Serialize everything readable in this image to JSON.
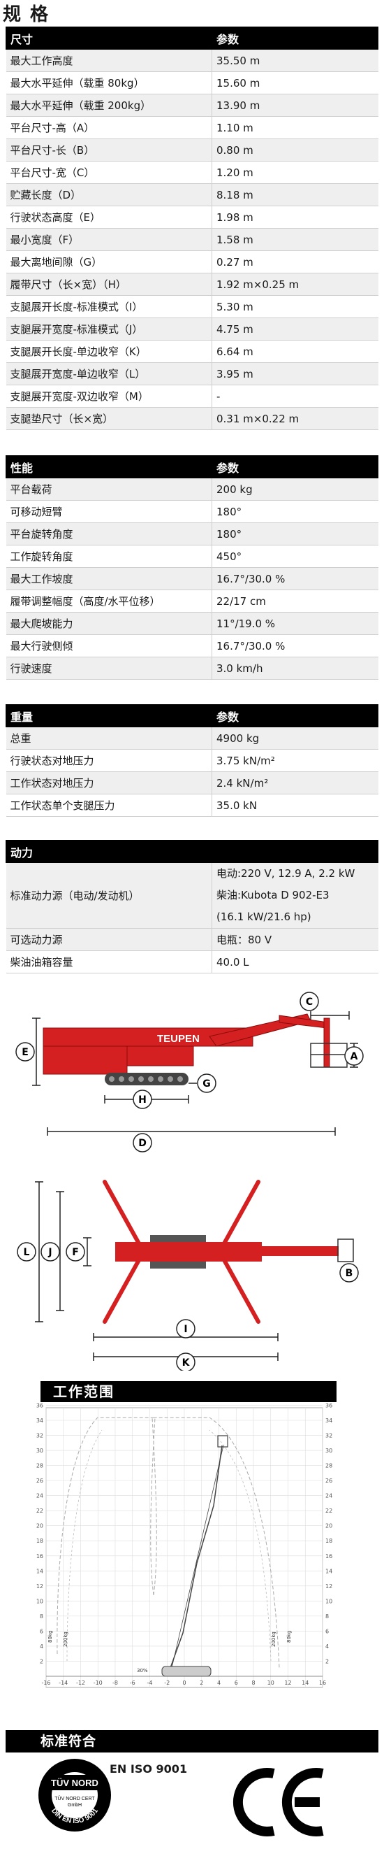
{
  "page_title": "规 格",
  "dimensions": {
    "header": [
      "尺寸",
      "参数"
    ],
    "rows": [
      [
        "最大工作高度",
        "35.50 m"
      ],
      [
        "最大水平延伸（载重 80kg）",
        "15.60 m"
      ],
      [
        "最大水平延伸（载重 200kg）",
        "13.90 m"
      ],
      [
        "平台尺寸-高（A）",
        "1.10 m"
      ],
      [
        "平台尺寸-长（B）",
        "0.80 m"
      ],
      [
        "平台尺寸-宽（C）",
        "1.20 m"
      ],
      [
        "贮藏长度（D）",
        "8.18 m"
      ],
      [
        "行驶状态高度（E）",
        "1.98 m"
      ],
      [
        "最小宽度（F）",
        "1.58 m"
      ],
      [
        "最大离地间隙（G）",
        "0.27 m"
      ],
      [
        "履带尺寸（长×宽）（H）",
        "1.92 m×0.25 m"
      ],
      [
        "支腿展开长度-标准模式（I）",
        "5.30 m"
      ],
      [
        "支腿展开宽度-标准模式（J）",
        "4.75 m"
      ],
      [
        "支腿展开长度-单边收窄（K）",
        "6.64 m"
      ],
      [
        "支腿展开宽度-单边收窄（L）",
        "3.95 m"
      ],
      [
        "支腿展开宽度-双边收窄（M）",
        "-"
      ],
      [
        "支腿垫尺寸（长×宽）",
        "0.31 m×0.22 m"
      ]
    ]
  },
  "performance": {
    "header": [
      "性能",
      "参数"
    ],
    "rows": [
      [
        "平台载荷",
        "200 kg"
      ],
      [
        "可移动短臂",
        "180°"
      ],
      [
        "平台旋转角度",
        "180°"
      ],
      [
        "工作旋转角度",
        "450°"
      ],
      [
        "最大工作坡度",
        "16.7°/30.0 %"
      ],
      [
        "履带调整幅度（高度/水平位移）",
        "22/17 cm"
      ],
      [
        "最大爬坡能力",
        "11°/19.0 %"
      ],
      [
        "最大行驶侧倾",
        "16.7°/30.0 %"
      ],
      [
        "行驶速度",
        "3.0 km/h"
      ]
    ]
  },
  "weight": {
    "header": [
      "重量",
      "参数"
    ],
    "rows": [
      [
        "总重",
        "4900 kg"
      ],
      [
        "行驶状态对地压力",
        "3.75 kN/m²"
      ],
      [
        "工作状态对地压力",
        "2.4 kN/m²"
      ],
      [
        "工作状态单个支腿压力",
        "35.0 kN"
      ]
    ]
  },
  "power": {
    "header": [
      "动力",
      ""
    ],
    "standard_label": "标准动力源（电动/发动机）",
    "standard_lines": [
      "电动:220 V, 12.9 A, 2.2 kW",
      "柴油:Kubota D 902-E3",
      "(16.1 kW/21.6 hp)"
    ],
    "rows": [
      [
        "可选动力源",
        "电瓶：80 V"
      ],
      [
        "柴油油箱容量",
        "40.0 L"
      ]
    ]
  },
  "diagram_side": {
    "brand": "TEUPEN",
    "labels": [
      "A",
      "C",
      "D",
      "E",
      "G",
      "H"
    ]
  },
  "diagram_top": {
    "labels": [
      "B",
      "F",
      "I",
      "J",
      "K",
      "L"
    ]
  },
  "working_range": {
    "title": "工作范围",
    "y_ticks": [
      "2",
      "4",
      "6",
      "8",
      "10",
      "12",
      "14",
      "16",
      "18",
      "20",
      "22",
      "24",
      "26",
      "28",
      "30",
      "32",
      "34",
      "36"
    ],
    "x_ticks": [
      "-16",
      "-14",
      "-12",
      "-10",
      "-8",
      "-6",
      "-4",
      "-2",
      "0",
      "2",
      "4",
      "6",
      "8",
      "10",
      "12",
      "14",
      "16"
    ],
    "annotations": [
      "80kg",
      "200kg",
      "30%",
      "200kg",
      "80kg"
    ]
  },
  "standards": {
    "title": "标准符合",
    "iso": "EN ISO 9001",
    "tuv_name": "TÜV NORD",
    "tuv_sub": "TÜV NORD CERT",
    "tuv_sub2": "GmbH",
    "tuv_ring": "DIN EN ISO 9001",
    "ce": "CE"
  }
}
